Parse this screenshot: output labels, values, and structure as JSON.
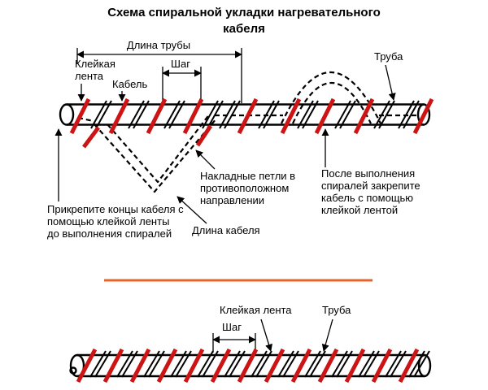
{
  "title": "Схема спиральной укладки нагревательного кабеля",
  "top_diagram": {
    "pipe_length_label": "Длина трубы",
    "adhesive_tape_label": "Клейкая лента",
    "cable_label": "Кабель",
    "step_label": "Шаг",
    "pipe_label": "Труба",
    "loops_note": "Накладные петли в противоположном направлении",
    "after_note": "После выполнения спиралей закрепите кабель с помощью клейкой лентой",
    "attach_note": "Прикрепите концы кабеля с помощью клейкой ленты до выполнения спиралей",
    "cable_length_label": "Длина кабеля"
  },
  "bottom_diagram": {
    "adhesive_tape_label": "Клейкая лента",
    "pipe_label": "Труба",
    "step_label": "Шаг"
  },
  "colors": {
    "tape": "#cc1414",
    "divider": "#e2662b",
    "line": "#000000"
  }
}
